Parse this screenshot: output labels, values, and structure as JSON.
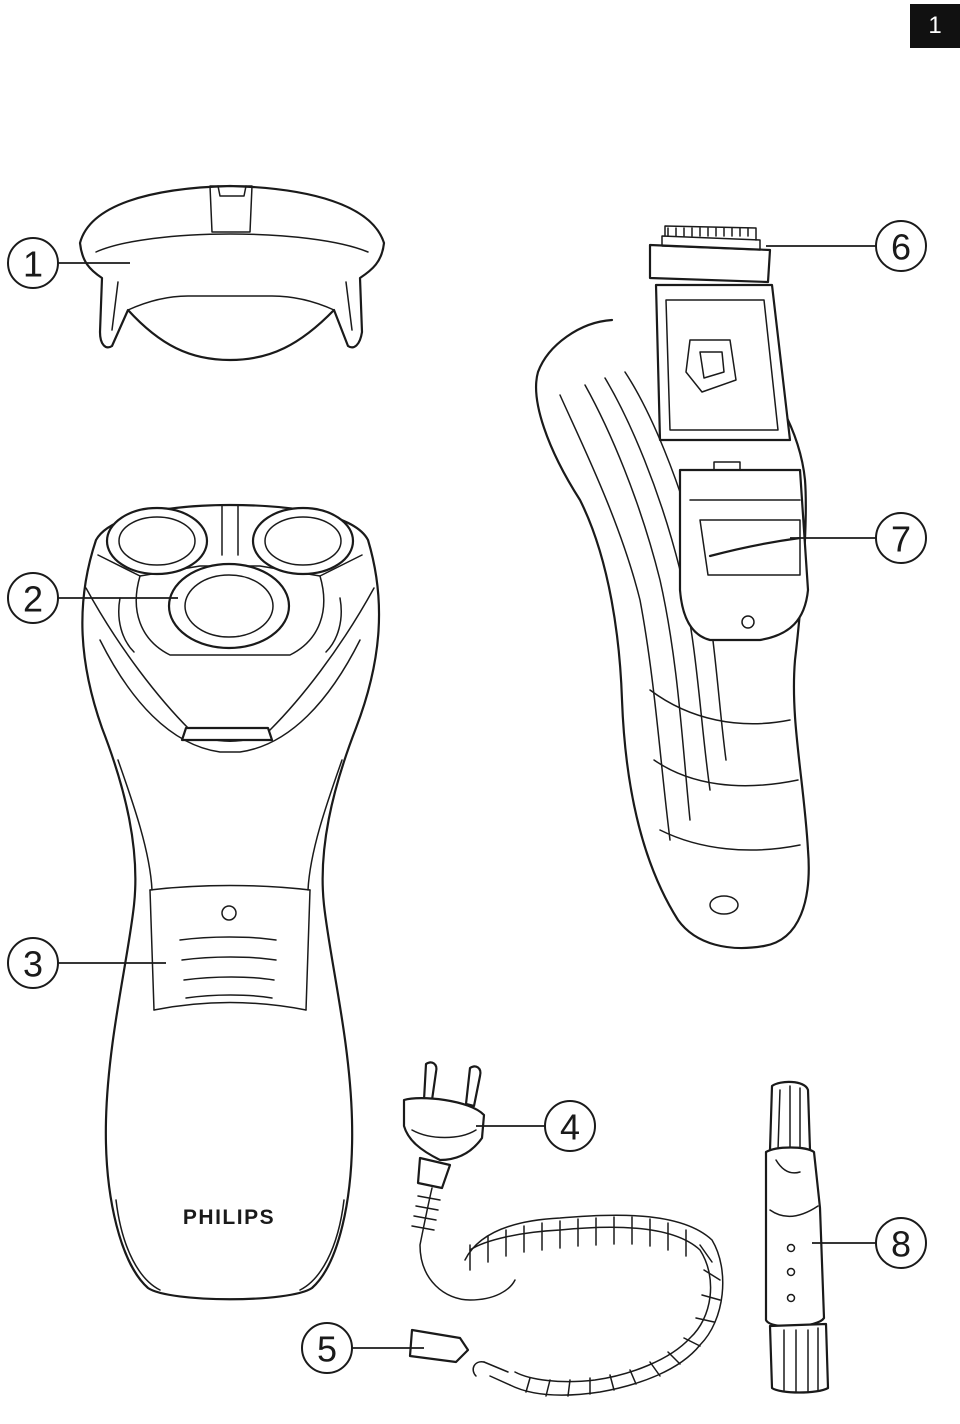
{
  "page_number": "1",
  "brand_label": "PHILIPS",
  "callouts": [
    {
      "id": "callout-1",
      "number": "1"
    },
    {
      "id": "callout-2",
      "number": "2"
    },
    {
      "id": "callout-3",
      "number": "3"
    },
    {
      "id": "callout-4",
      "number": "4"
    },
    {
      "id": "callout-5",
      "number": "5"
    },
    {
      "id": "callout-6",
      "number": "6"
    },
    {
      "id": "callout-7",
      "number": "7"
    },
    {
      "id": "callout-8",
      "number": "8"
    }
  ]
}
